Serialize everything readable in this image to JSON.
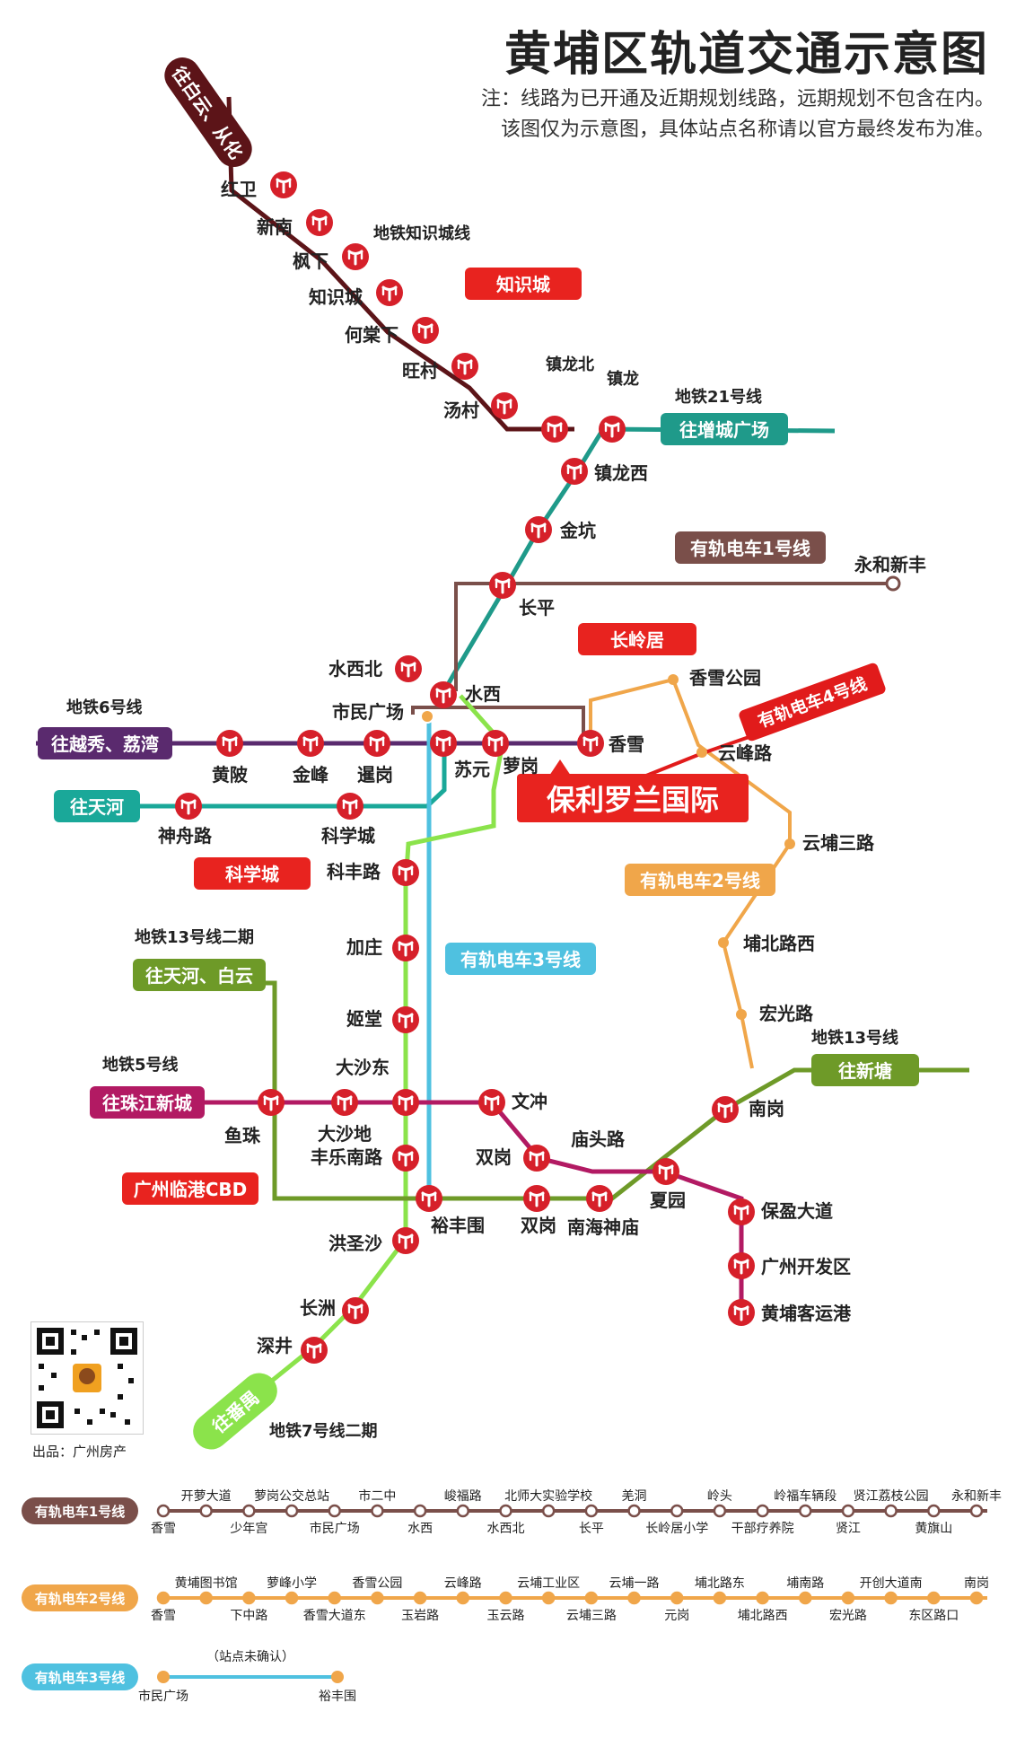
{
  "title": "黄埔区轨道交通示意图",
  "notes": [
    "注：线路为已开通及近期规划线路，远期规划不包含在内。",
    "该图仅为示意图，具体站点名称请以官方最终发布为准。"
  ],
  "footer": {
    "publisher": "出品：广州房产"
  },
  "colors": {
    "knowledge_line": "#5c1418",
    "line21": "#1f9a8a",
    "line6": "#5a2a6e",
    "tram1": "#7a4f4a",
    "tram2": "#f0a64a",
    "tram3": "#4fc1e0",
    "tram4": "#e11b1b",
    "line7": "#8be34b",
    "line13": "#6e9a28",
    "line5": "#b21a63",
    "line_sci": "#1aa899",
    "station": "#d6202a",
    "label_red": "#e8231f"
  },
  "line_labels": {
    "knowledge": "地铁知识城线",
    "line21": "地铁21号线",
    "line6": "地铁6号线",
    "line13_2": "地铁13号线二期",
    "line5": "地铁5号线",
    "line13": "地铁13号线",
    "line7_2": "地铁7号线二期"
  },
  "terminals": {
    "baiyun": "往白云、从化",
    "zengcheng": "往增城广场",
    "yuexiu": "往越秀、荔湾",
    "tianhe": "往天河",
    "tianhe_baiyun": "往天河、白云",
    "zhujiang": "往珠江新城",
    "xintang": "往新塘",
    "panyu": "往番禺"
  },
  "tags": {
    "tram1": "有轨电车1号线",
    "tram2": "有轨电车2号线",
    "tram3": "有轨电车3号线",
    "tram4": "有轨电车4号线",
    "zhishicheng": "知识城",
    "changlingju": "长岭居",
    "kexuecheng": "科学城",
    "linggang": "广州临港CBD",
    "poly": "保利罗兰国际"
  },
  "stations": {
    "hongwei": "红卫",
    "xinnan": "新南",
    "fengxia": "枫下",
    "zhishicheng": "知识城",
    "hetangxia": "何棠下",
    "wangcun": "旺村",
    "tangcun": "汤村",
    "zhenlongbei": "镇龙北",
    "zhenlong": "镇龙",
    "zhenlongxi": "镇龙西",
    "jinkeng": "金坑",
    "changping": "长平",
    "yonghe": "永和新丰",
    "shuixibei": "水西北",
    "shuixi": "水西",
    "shiminguangchang": "市民广场",
    "xiangxuegongyuan": "香雪公园",
    "xiangxue": "香雪",
    "yunfenglu": "云峰路",
    "huangbei": "黄陂",
    "jinfeng": "金峰",
    "xiagang": "暹岗",
    "suyuan": "苏元",
    "luogang": "萝岗",
    "shenzhoulu": "神舟路",
    "kexuecheng": "科学城",
    "kefenglu": "科丰路",
    "yunpusanlu": "云埔三路",
    "jiazhuang": "加庄",
    "pubeiluxi": "埔北路西",
    "jitang": "姬堂",
    "hongguanglu": "宏光路",
    "dashadong": "大沙东",
    "wenchong": "文冲",
    "nangang": "南岗",
    "yuzhu": "鱼珠",
    "dashadi": "大沙地",
    "fenglenanlu": "丰乐南路",
    "shuanggang": "双岗",
    "miaotoulu": "庙头路",
    "xiayuan": "夏园",
    "yufengwei": "裕丰围",
    "shuanggang2": "双岗",
    "nanhaishenmiao": "南海神庙",
    "baoyingdadao": "保盈大道",
    "hongshengsha": "洪圣沙",
    "guangzhoukaifaqu": "广州开发区",
    "changzhou": "长洲",
    "huangpukeyungang": "黄埔客运港",
    "shenjing": "深井"
  },
  "strip_tram1": {
    "name": "有轨电车1号线",
    "top": [
      "开萝大道",
      "萝岗公交总站",
      "市二中",
      "峻福路",
      "北师大实验学校",
      "羌洞",
      "岭头",
      "岭福车辆段",
      "贤江荔枝公园",
      "永和新丰"
    ],
    "bottom": [
      "香雪",
      "少年宫",
      "市民广场",
      "水西",
      "水西北",
      "长平",
      "长岭居小学",
      "干部疗养院",
      "贤江",
      "黄旗山"
    ]
  },
  "strip_tram2": {
    "name": "有轨电车2号线",
    "top": [
      "黄埔图书馆",
      "萝峰小学",
      "香雪公园",
      "云峰路",
      "云埔工业区",
      "云埔一路",
      "埔北路东",
      "埔南路",
      "开创大道南",
      "南岗"
    ],
    "bottom": [
      "香雪",
      "下中路",
      "香雪大道东",
      "玉岩路",
      "玉云路",
      "云埔三路",
      "元岗",
      "埔北路西",
      "宏光路",
      "东区路口"
    ]
  },
  "strip_tram3": {
    "name": "有轨电车3号线",
    "note": "（站点未确认）",
    "ends": [
      "市民广场",
      "裕丰围"
    ]
  }
}
